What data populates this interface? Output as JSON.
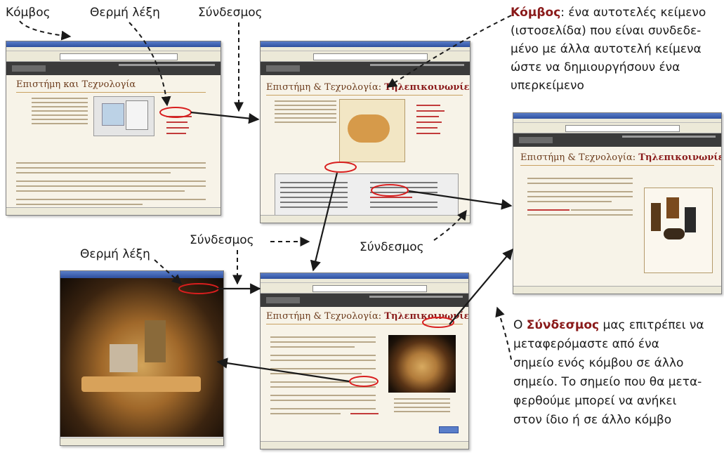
{
  "labels": {
    "node": "Κόμβος",
    "hotword_top": "Θερμή λέξη",
    "link_top": "Σύνδεσμος",
    "link_mid": "Σύνδεσμος",
    "link_right": "Σύνδεσμος",
    "hotword_mid": "Θερμή λέξη"
  },
  "description_node": {
    "term": "Κόμβος",
    "lines": [
      ": ένα αυτοτελές κείμενο",
      "(ιστοσελίδα) που είναι συνδεδε-",
      "μένο με άλλα αυτοτελή κείμενα",
      "ώστε να δημιουργήσουν ένα",
      "υπερκείμενο"
    ]
  },
  "description_link": {
    "prefix": "Ο ",
    "term": "Σύνδεσμος",
    "lines": [
      " μας επιτρέπει να",
      "μεταφερόμαστε από ένα",
      "σημείο ενός κόμβου σε άλλο",
      "σημείο. Το σημείο που θα μετα-",
      "φερθούμε μπορεί να ανήκει",
      "στον ίδιο ή σε άλλο κόμβο"
    ]
  },
  "page_titles": {
    "win1": "Επιστήμη και Τεχνολογία",
    "win2_prefix": "Επιστήμη & Τεχνολογία: ",
    "win2_topic": "Τηλεπικοινωνίες",
    "win3_prefix": "Επιστήμη & Τεχνολογία: ",
    "win3_topic": "Τηλεπικοινωνίες",
    "win5_prefix": "Επιστήμη & Τεχνολογία: ",
    "win5_topic": "Τηλεπικοινωνίες"
  },
  "colors": {
    "arrow": "#1a1a1a",
    "highlight": "#d81e1e",
    "term": "#8a1a1a"
  }
}
